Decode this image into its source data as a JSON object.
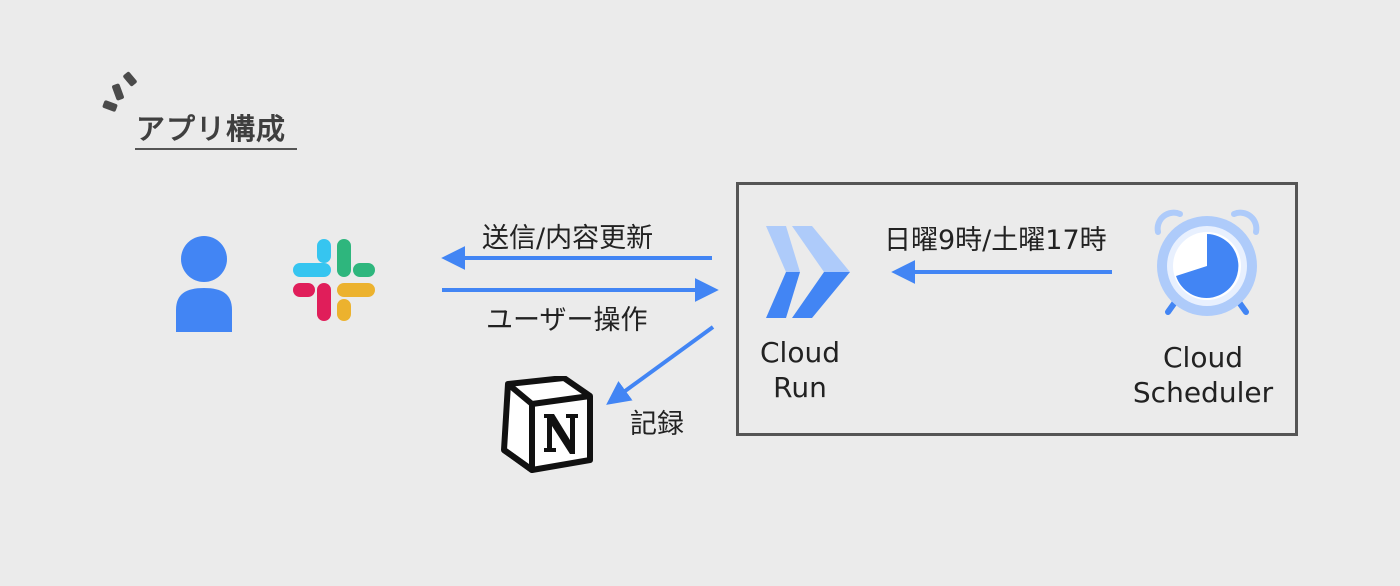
{
  "heading": "アプリ構成",
  "edges": {
    "send_update": "送信/内容更新",
    "user_operation": "ユーザー操作",
    "record": "記録",
    "schedule": "日曜9時/土曜17時"
  },
  "services": {
    "cloud_run": {
      "line1": "Cloud",
      "line2": "Run"
    },
    "cloud_scheduler": {
      "line1": "Cloud",
      "line2": "Scheduler"
    }
  },
  "icons": {
    "user": "user-icon",
    "slack": "slack-icon",
    "notion": "notion-icon",
    "cloud_run": "cloud-run-icon",
    "cloud_scheduler": "cloud-scheduler-icon",
    "accent": "sparkle-accent-icon"
  },
  "colors": {
    "arrow": "#4285f4",
    "background": "#ebebeb",
    "box_border": "#555555",
    "slack_blue": "#36c5f0",
    "slack_green": "#2eb67d",
    "slack_yellow": "#ecb22e",
    "slack_red": "#e01e5a"
  }
}
